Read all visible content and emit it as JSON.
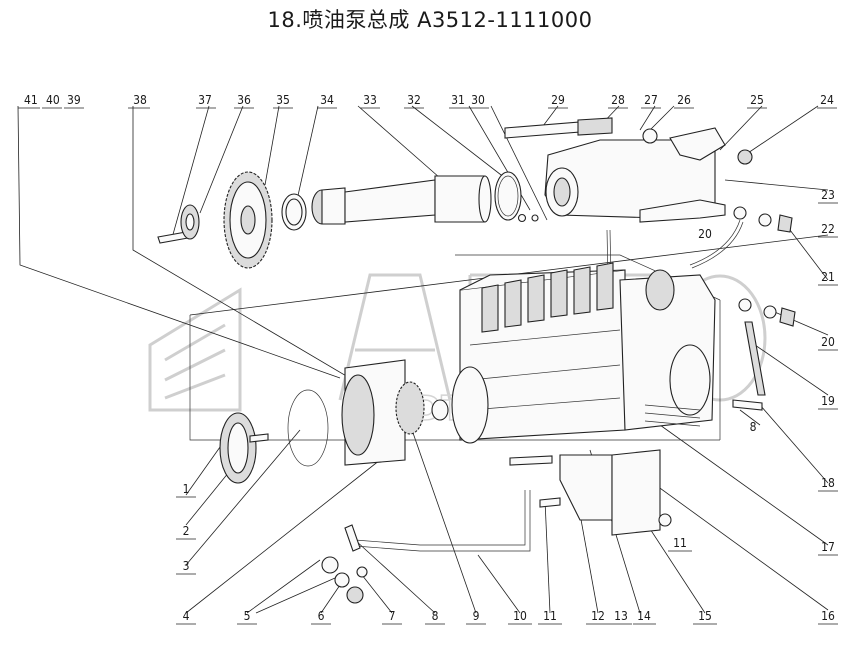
{
  "title": "18.喷油泵总成 A3512-1111000",
  "watermark": "ADTO",
  "colors": {
    "ink": "#222222",
    "watermark": "#cfcfcf",
    "background": "#ffffff"
  },
  "callouts_top": [
    "41",
    "40",
    "39",
    "38",
    "37",
    "36",
    "35",
    "34",
    "33",
    "32",
    "31",
    "30",
    "29",
    "28",
    "27",
    "26",
    "25",
    "24"
  ],
  "callouts_right": [
    "23",
    "22",
    "21",
    "20",
    "20",
    "19",
    "18",
    "17",
    "16"
  ],
  "callouts_bottom": [
    "1",
    "2",
    "3",
    "4",
    "5",
    "6",
    "7",
    "8",
    "9",
    "10",
    "11",
    "12",
    "13",
    "14",
    "15"
  ],
  "callouts_misc": [
    "8",
    "11"
  ]
}
